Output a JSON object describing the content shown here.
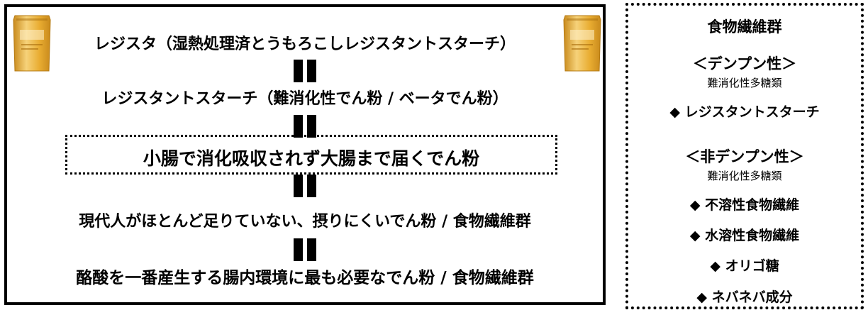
{
  "left": {
    "line1": "レジスタ（湿熱処理済とうもろこしレジスタントスターチ）",
    "line2": "レジスタントスターチ（難消化性でん粉 / ベータでん粉）",
    "highlight": "小腸で消化吸収されず大腸まで届くでん粉",
    "line4": "現代人がほとんど足りていない、摂りにくいでん粉 / 食物繊維群",
    "line5": "酪酸を一番産生する腸内環境に最も必要なでん粉 / 食物繊維群"
  },
  "right": {
    "title": "食物繊維群",
    "starch_category": "＜デンプン性＞",
    "starch_sub": "難消化性多糖類",
    "starch_items": [
      "◆ レジスタントスターチ"
    ],
    "nonstarch_category": "＜非デンプン性＞",
    "nonstarch_sub": "難消化性多糖類",
    "nonstarch_items": [
      "◆ 不溶性食物繊維",
      "◆ 水溶性食物繊維",
      "◆ オリゴ糖",
      "◆ ネバネバ成分"
    ]
  },
  "colors": {
    "pouch_gold": "#e9ad32",
    "pouch_highlight": "#f6d27a",
    "text": "#000000"
  }
}
